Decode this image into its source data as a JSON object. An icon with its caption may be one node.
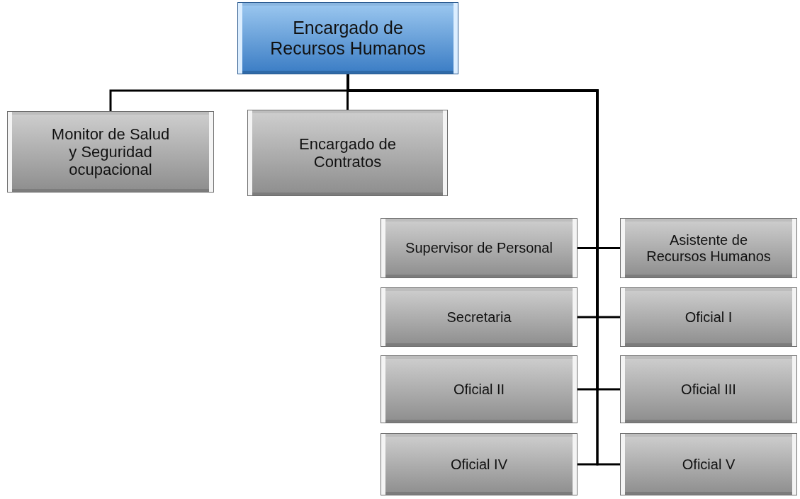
{
  "diagram": {
    "nodes": [
      {
        "text": [
          "Encargado de Recursos Humanos"
        ]
      },
      {
        "text": [
          "Monitor de Salud y  Seguridad ocupacional"
        ]
      },
      {
        "text": [
          "Encargado de Contratos"
        ]
      },
      {
        "text": [
          "Supervisor de Personal"
        ]
      },
      {
        "text": [
          "Asistente de Recursos Humanos"
        ]
      },
      {
        "text": [
          "Secretaria"
        ]
      },
      {
        "text": [
          "Oficial I"
        ]
      },
      {
        "text": [
          "Oficial II"
        ]
      },
      {
        "text": [
          "Oficial III"
        ]
      },
      {
        "text": [
          "Oficial IV"
        ]
      },
      {
        "text": [
          "Oficial V"
        ]
      }
    ],
    "edges": [
      {
        "from": 0,
        "to": 1,
        "arrow": "none"
      },
      {
        "from": 0,
        "to": 2,
        "arrow": "none"
      },
      {
        "from": 0,
        "to": 3,
        "arrow": "none"
      },
      {
        "from": 0,
        "to": 4,
        "arrow": "none"
      },
      {
        "from": 0,
        "to": 5,
        "arrow": "none"
      },
      {
        "from": 0,
        "to": 6,
        "arrow": "none"
      },
      {
        "from": 0,
        "to": 7,
        "arrow": "none"
      },
      {
        "from": 0,
        "to": 8,
        "arrow": "none"
      },
      {
        "from": 0,
        "to": 9,
        "arrow": "none"
      },
      {
        "from": 0,
        "to": 10,
        "arrow": "none"
      }
    ]
  }
}
